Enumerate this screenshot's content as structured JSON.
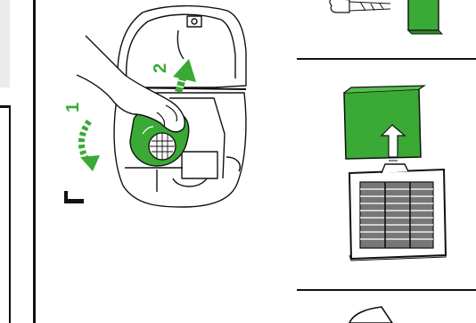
{
  "steps": {
    "step_one_number": "1",
    "step_two_number": "2"
  },
  "colors": {
    "accent_green": "#3aa935",
    "line": "#111111",
    "side_panel": "#ebebeb"
  },
  "icons": [
    "curved-arrow-icon",
    "up-arrow-icon",
    "hand-illustration",
    "filter-cartridge",
    "hepa-filter",
    "green-filter-block"
  ]
}
